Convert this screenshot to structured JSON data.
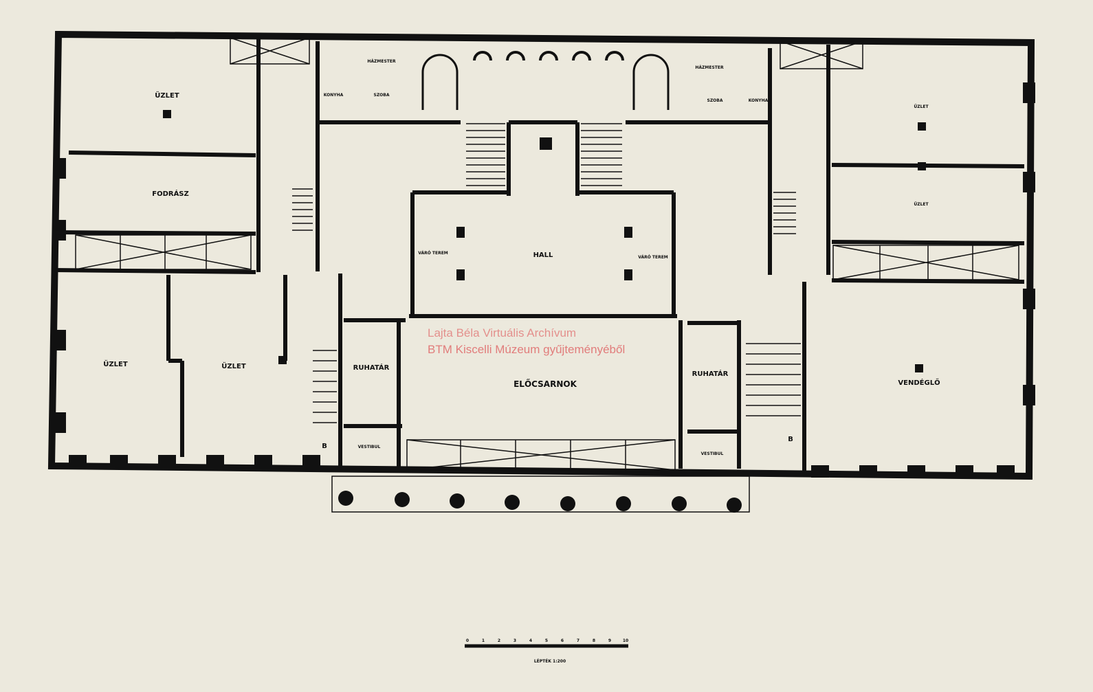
{
  "plan": {
    "rooms": {
      "uzlet_top_left": "ÜZLET",
      "fodrasz": "FODRÁSZ",
      "uzlet_bottom_left_1": "ÜZLET",
      "uzlet_bottom_left_2": "ÜZLET",
      "hazmester_left": "HÁZMESTER",
      "konyha_left": "KONYHA",
      "szoba_left": "SZOBA",
      "hazmester_right": "HÁZMESTER",
      "szoba_right": "SZOBA",
      "konyha_right": "KONYHA",
      "uzlet_right_1": "ÜZLET",
      "uzlet_right_2": "ÜZLET",
      "hall": "HALL",
      "ruhatar_left": "RUHATÁR",
      "ruhatar_right": "RUHATÁR",
      "eloicsarnok": "ELŐCSARNOK",
      "vestibul_left": "VESTIBUL",
      "vestibul_right": "VESTIBUL",
      "vendeglo": "VENDÉGLŐ",
      "varo_terem_left": "VÁRÓ TEREM",
      "varo_terem_right": "VÁRÓ TEREM",
      "b_left": "B",
      "b_right": "B"
    },
    "scale": {
      "ticks": [
        "0",
        "1",
        "2",
        "3",
        "4",
        "5",
        "6",
        "7",
        "8",
        "9",
        "10"
      ],
      "caption": "LÉPTÉK 1:200"
    }
  },
  "watermark": {
    "line1": "Lajta Béla Virtuális Archívum",
    "line2": "BTM Kiscelli Múzeum gyűjteményéből"
  }
}
